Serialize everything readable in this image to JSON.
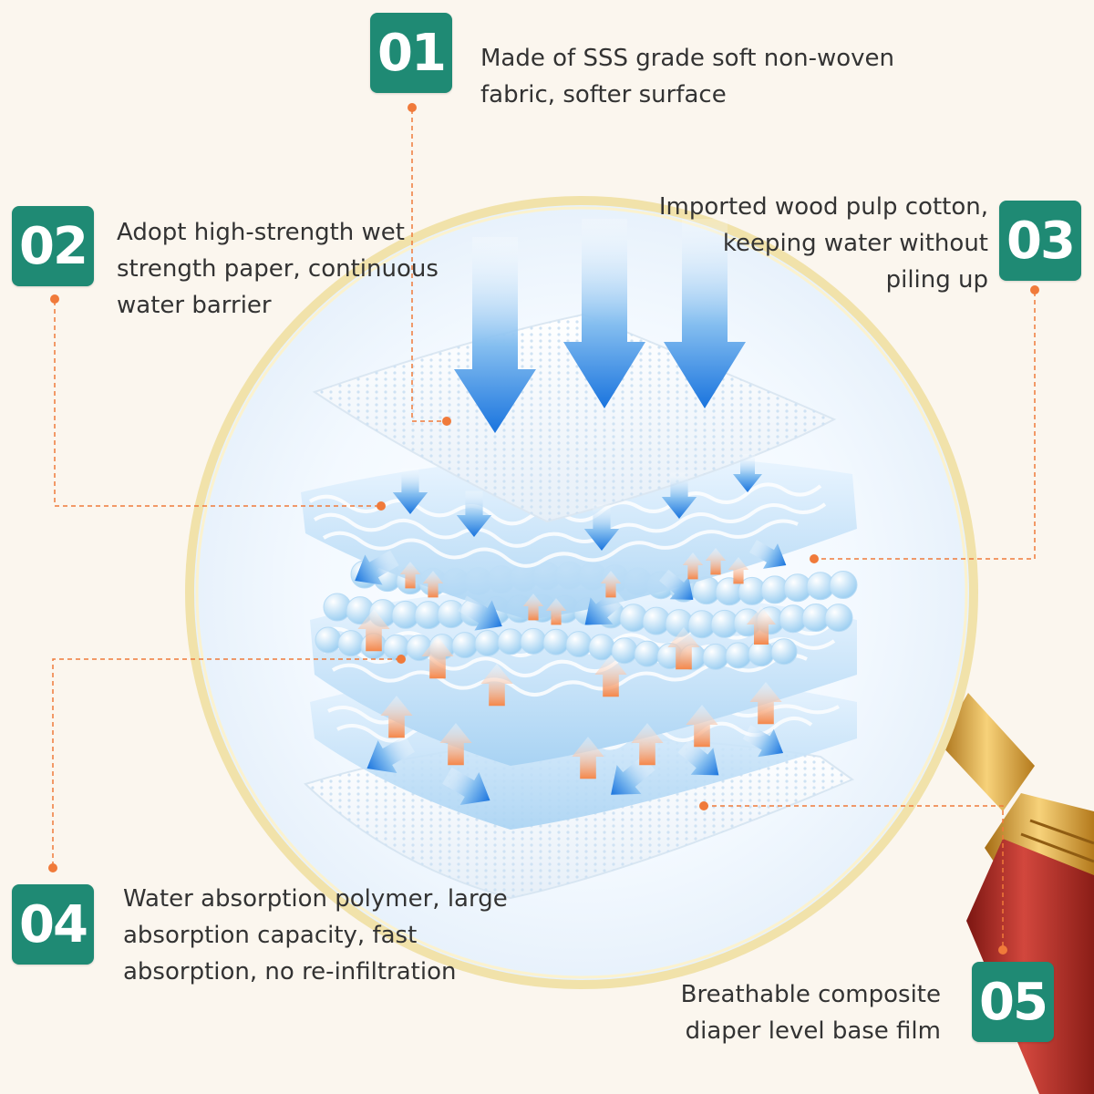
{
  "colors": {
    "background": "#fbf6ee",
    "badge": "#1f8a74",
    "leader": "#f07a3a",
    "lens_rim": "#f0dfa3",
    "down_arrow": "#2a83e6",
    "up_arrow": "#f59a5c",
    "handle": "#b9302a",
    "handle_gold": "#d9a441"
  },
  "features": [
    {
      "number": "01",
      "lines": [
        "Made of SSS grade soft non-woven",
        "fabric, softer surface"
      ]
    },
    {
      "number": "02",
      "lines": [
        "Adopt high-strength wet",
        "strength paper, continuous",
        "water barrier"
      ]
    },
    {
      "number": "03",
      "lines": [
        "Imported wood pulp cotton,",
        "keeping water without",
        "piling up"
      ]
    },
    {
      "number": "04",
      "lines": [
        "Water absorption polymer, large",
        "absorption capacity, fast",
        "absorption, no re-infiltration"
      ]
    },
    {
      "number": "05",
      "lines": [
        "Breathable composite",
        "diaper level base film"
      ]
    }
  ],
  "illustration": {
    "lens_icon": "magnifying-glass-icon",
    "layer_icons": [
      "non-woven-top-sheet",
      "wet-strength-paper",
      "wood-pulp-cotton",
      "absorbent-polymer",
      "base-film"
    ]
  }
}
